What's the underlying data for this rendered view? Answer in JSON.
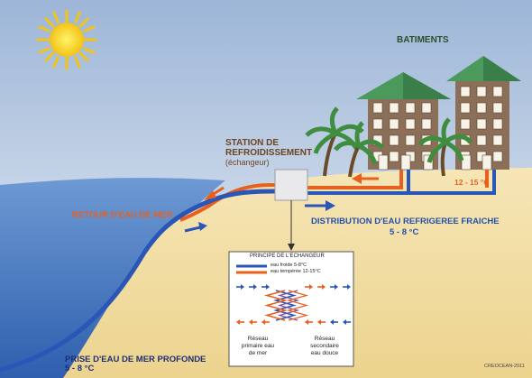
{
  "labels": {
    "buildings": "BATIMENTS",
    "station_line1": "STATION DE",
    "station_line2": "REFROIDISSEMENT",
    "station_line3": "(échangeur)",
    "return": "RETOUR D'EAU DE MER",
    "distribution": "DISTRIBUTION D'EAU REFRIGEREE FRAICHE",
    "distribution_temp": "5 - 8 °C",
    "building_temp": "12 - 15 °C",
    "intake_line1": "PRISE D'EAU DE MER PROFONDE",
    "intake_line2": "5 - 8 °C",
    "credit": "CREOCEAN-2011"
  },
  "inset": {
    "title": "PRINCIPE DE L'ECHANGEUR",
    "legend_cold": "eau froide 5-8°C",
    "legend_warm": "eau tempérée 12-15°C",
    "primary_line1": "Réseau",
    "primary_line2": "primaire eau",
    "primary_line3": "de mer",
    "secondary_line1": "Réseau",
    "secondary_line2": "secondaire",
    "secondary_line3": "eau douce"
  },
  "colors": {
    "sky_top": "#9fb8d8",
    "sky_bottom": "#e4ecf4",
    "sea": "#4a7ec4",
    "sand": "#f2dfa4",
    "cold_pipe": "#2a56b8",
    "warm_pipe": "#e8601e",
    "roof": "#4a9a5a",
    "building": "#8a6f5a",
    "sun": "#f7d21e"
  }
}
